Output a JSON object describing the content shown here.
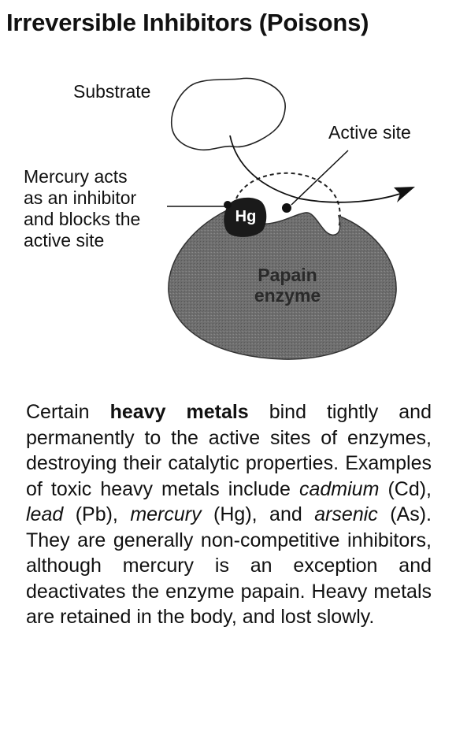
{
  "title": "Irreversible Inhibitors (Poisons)",
  "diagram": {
    "substrate_label": "Substrate",
    "active_site_label": "Active site",
    "mercury_label_lines": [
      "Mercury acts",
      "as an inhibitor",
      "and blocks the",
      "active site"
    ],
    "hg_label": "Hg",
    "enzyme_label_lines": [
      "Papain",
      "enzyme"
    ]
  },
  "paragraph": {
    "p1": "Certain ",
    "p2_bold": "heavy metals",
    "p3": " bind tightly and permanently to the active sites of enzymes, destroying their catalytic properties. Examples of toxic heavy metals include ",
    "p4_italic": "cadmium",
    "p5": " (Cd), ",
    "p6_italic": "lead",
    "p7": " (Pb), ",
    "p8_italic": "mercury",
    "p9": " (Hg), and ",
    "p10_italic": "arsenic",
    "p11": " (As). They are generally non-competitive inhibitors, although mercury is an exception and deactivates the enzyme papain. Heavy metals are retained in the body, and lost slowly."
  }
}
